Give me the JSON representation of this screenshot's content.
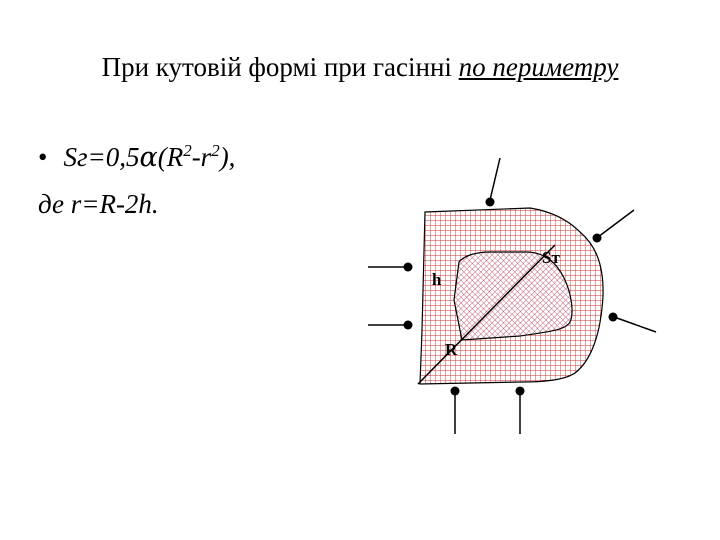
{
  "title": {
    "prefix": "При кутовій формі при гасінні",
    "underlined": "по периметру"
  },
  "formula": {
    "bullet": "•",
    "part1": "Sг=0,5",
    "alpha": "α",
    "part2": "(R",
    "sup1": "2",
    "part3": "-r",
    "sup2": "2",
    "part4": "),",
    "line2": "де r=R-2h."
  },
  "diagram": {
    "labels": {
      "st": "Sт",
      "h": "h",
      "r": "R"
    },
    "colors": {
      "outer_grid": "#cc3333",
      "inner_grid": "#b23c5a",
      "fill": "#ffffff",
      "stroke": "#000000"
    }
  }
}
